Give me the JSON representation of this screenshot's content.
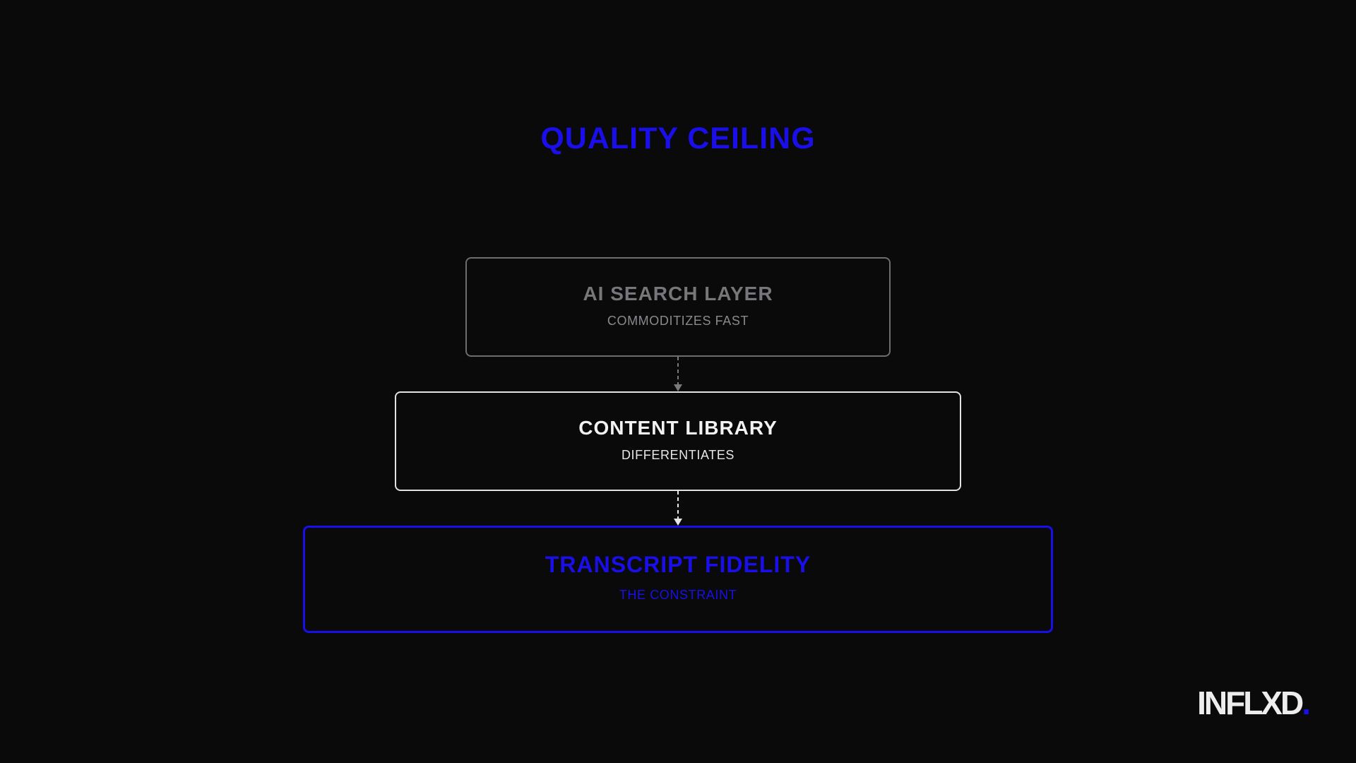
{
  "title": "QUALITY CEILING",
  "layers": [
    {
      "name": "AI SEARCH LAYER",
      "subtitle": "COMMODITIZES FAST",
      "color": "#77777a"
    },
    {
      "name": "CONTENT LIBRARY",
      "subtitle": "DIFFERENTIATES",
      "color": "#f2f2f3"
    },
    {
      "name": "TRANSCRIPT FIDELITY",
      "subtitle": "THE CONSTRAINT",
      "color": "#1a0fe8"
    }
  ],
  "logo": {
    "text": "INFLXD",
    "dot": "."
  },
  "colors": {
    "accent": "#1a0fe8",
    "background": "#0a0a0b"
  }
}
